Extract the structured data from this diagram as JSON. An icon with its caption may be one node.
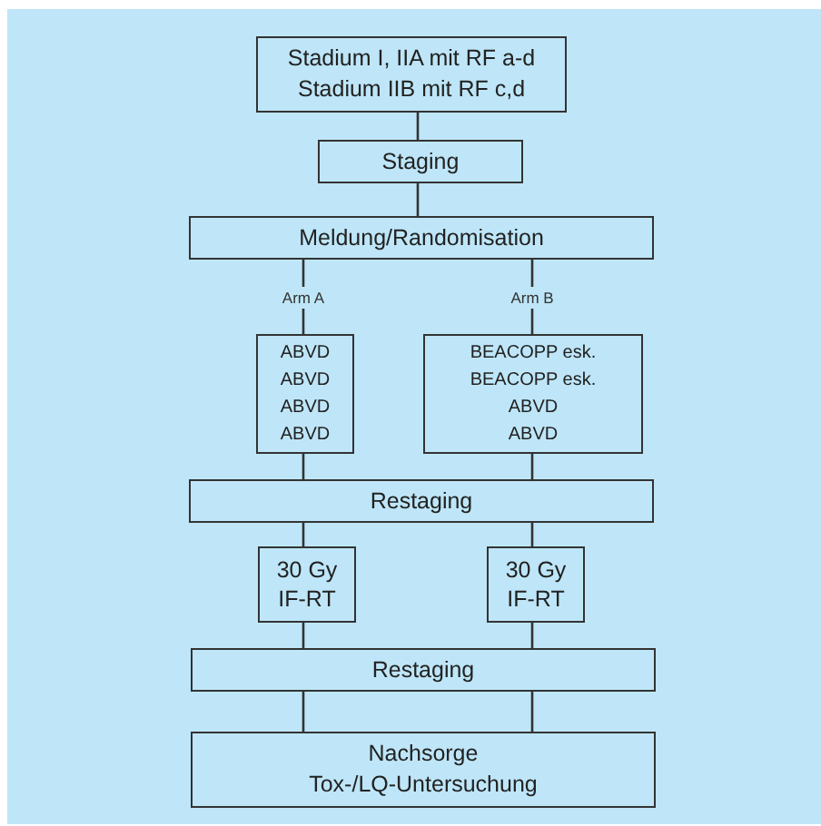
{
  "diagram": {
    "nodes": [
      {
        "text": [
          "Stadium I, IIA mit RF a-d",
          "Stadium IIB mit RF c,d"
        ]
      },
      {
        "text": [
          "Staging"
        ]
      },
      {
        "text": [
          "Meldung/Randomisation"
        ]
      },
      {
        "text": [
          "ABVD",
          "ABVD",
          "ABVD",
          "ABVD"
        ]
      },
      {
        "text": [
          "BEACOPP esk.",
          "BEACOPP esk.",
          "ABVD",
          "ABVD"
        ]
      },
      {
        "text": [
          "Restaging"
        ]
      },
      {
        "text": [
          "30 Gy",
          "IF-RT"
        ]
      },
      {
        "text": [
          "30 Gy",
          "IF-RT"
        ]
      },
      {
        "text": [
          "Restaging"
        ]
      },
      {
        "text": [
          "Nachsorge",
          "Tox-/LQ-Untersuchung"
        ]
      }
    ],
    "edges": [
      {
        "from": 0,
        "to": 1,
        "arrow": "none"
      },
      {
        "from": 1,
        "to": 2,
        "arrow": "none"
      },
      {
        "from": 2,
        "to": 3,
        "arrow": "none",
        "label": "Arm A"
      },
      {
        "from": 2,
        "to": 4,
        "arrow": "none",
        "label": "Arm B"
      },
      {
        "from": 3,
        "to": 5,
        "arrow": "none"
      },
      {
        "from": 4,
        "to": 5,
        "arrow": "none"
      },
      {
        "from": 5,
        "to": 6,
        "arrow": "none"
      },
      {
        "from": 5,
        "to": 7,
        "arrow": "none"
      },
      {
        "from": 6,
        "to": 8,
        "arrow": "none"
      },
      {
        "from": 7,
        "to": 8,
        "arrow": "none"
      },
      {
        "from": 8,
        "to": 9,
        "arrow": "none"
      },
      {
        "from": 8,
        "to": 9,
        "arrow": "none"
      }
    ]
  }
}
